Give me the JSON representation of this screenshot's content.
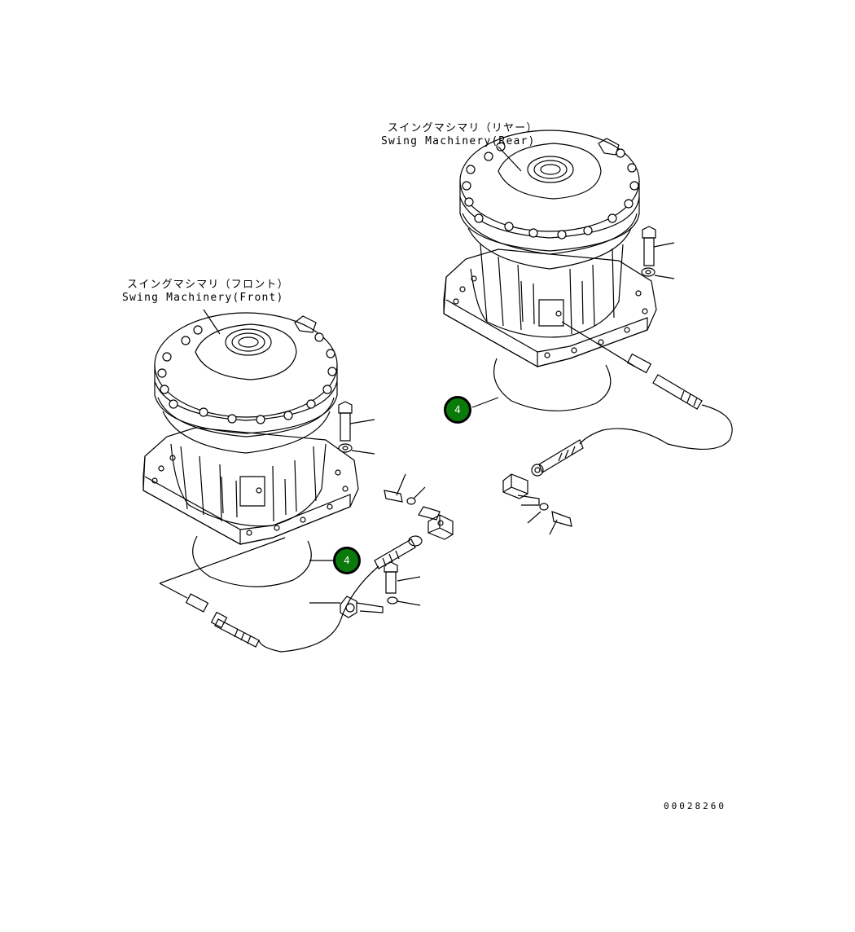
{
  "labels": {
    "rear_jp": "スイングマシマリ（リヤー）",
    "rear_en": "Swing Machinery(Rear)",
    "front_jp": "スイングマシマリ（フロント）",
    "front_en": "Swing Machinery(Front)"
  },
  "callouts": {
    "rear": "4",
    "front": "4"
  },
  "doc_number": "00028260",
  "colors": {
    "callout_fill": "#0a7a0a",
    "line": "#000000",
    "background": "#ffffff"
  }
}
